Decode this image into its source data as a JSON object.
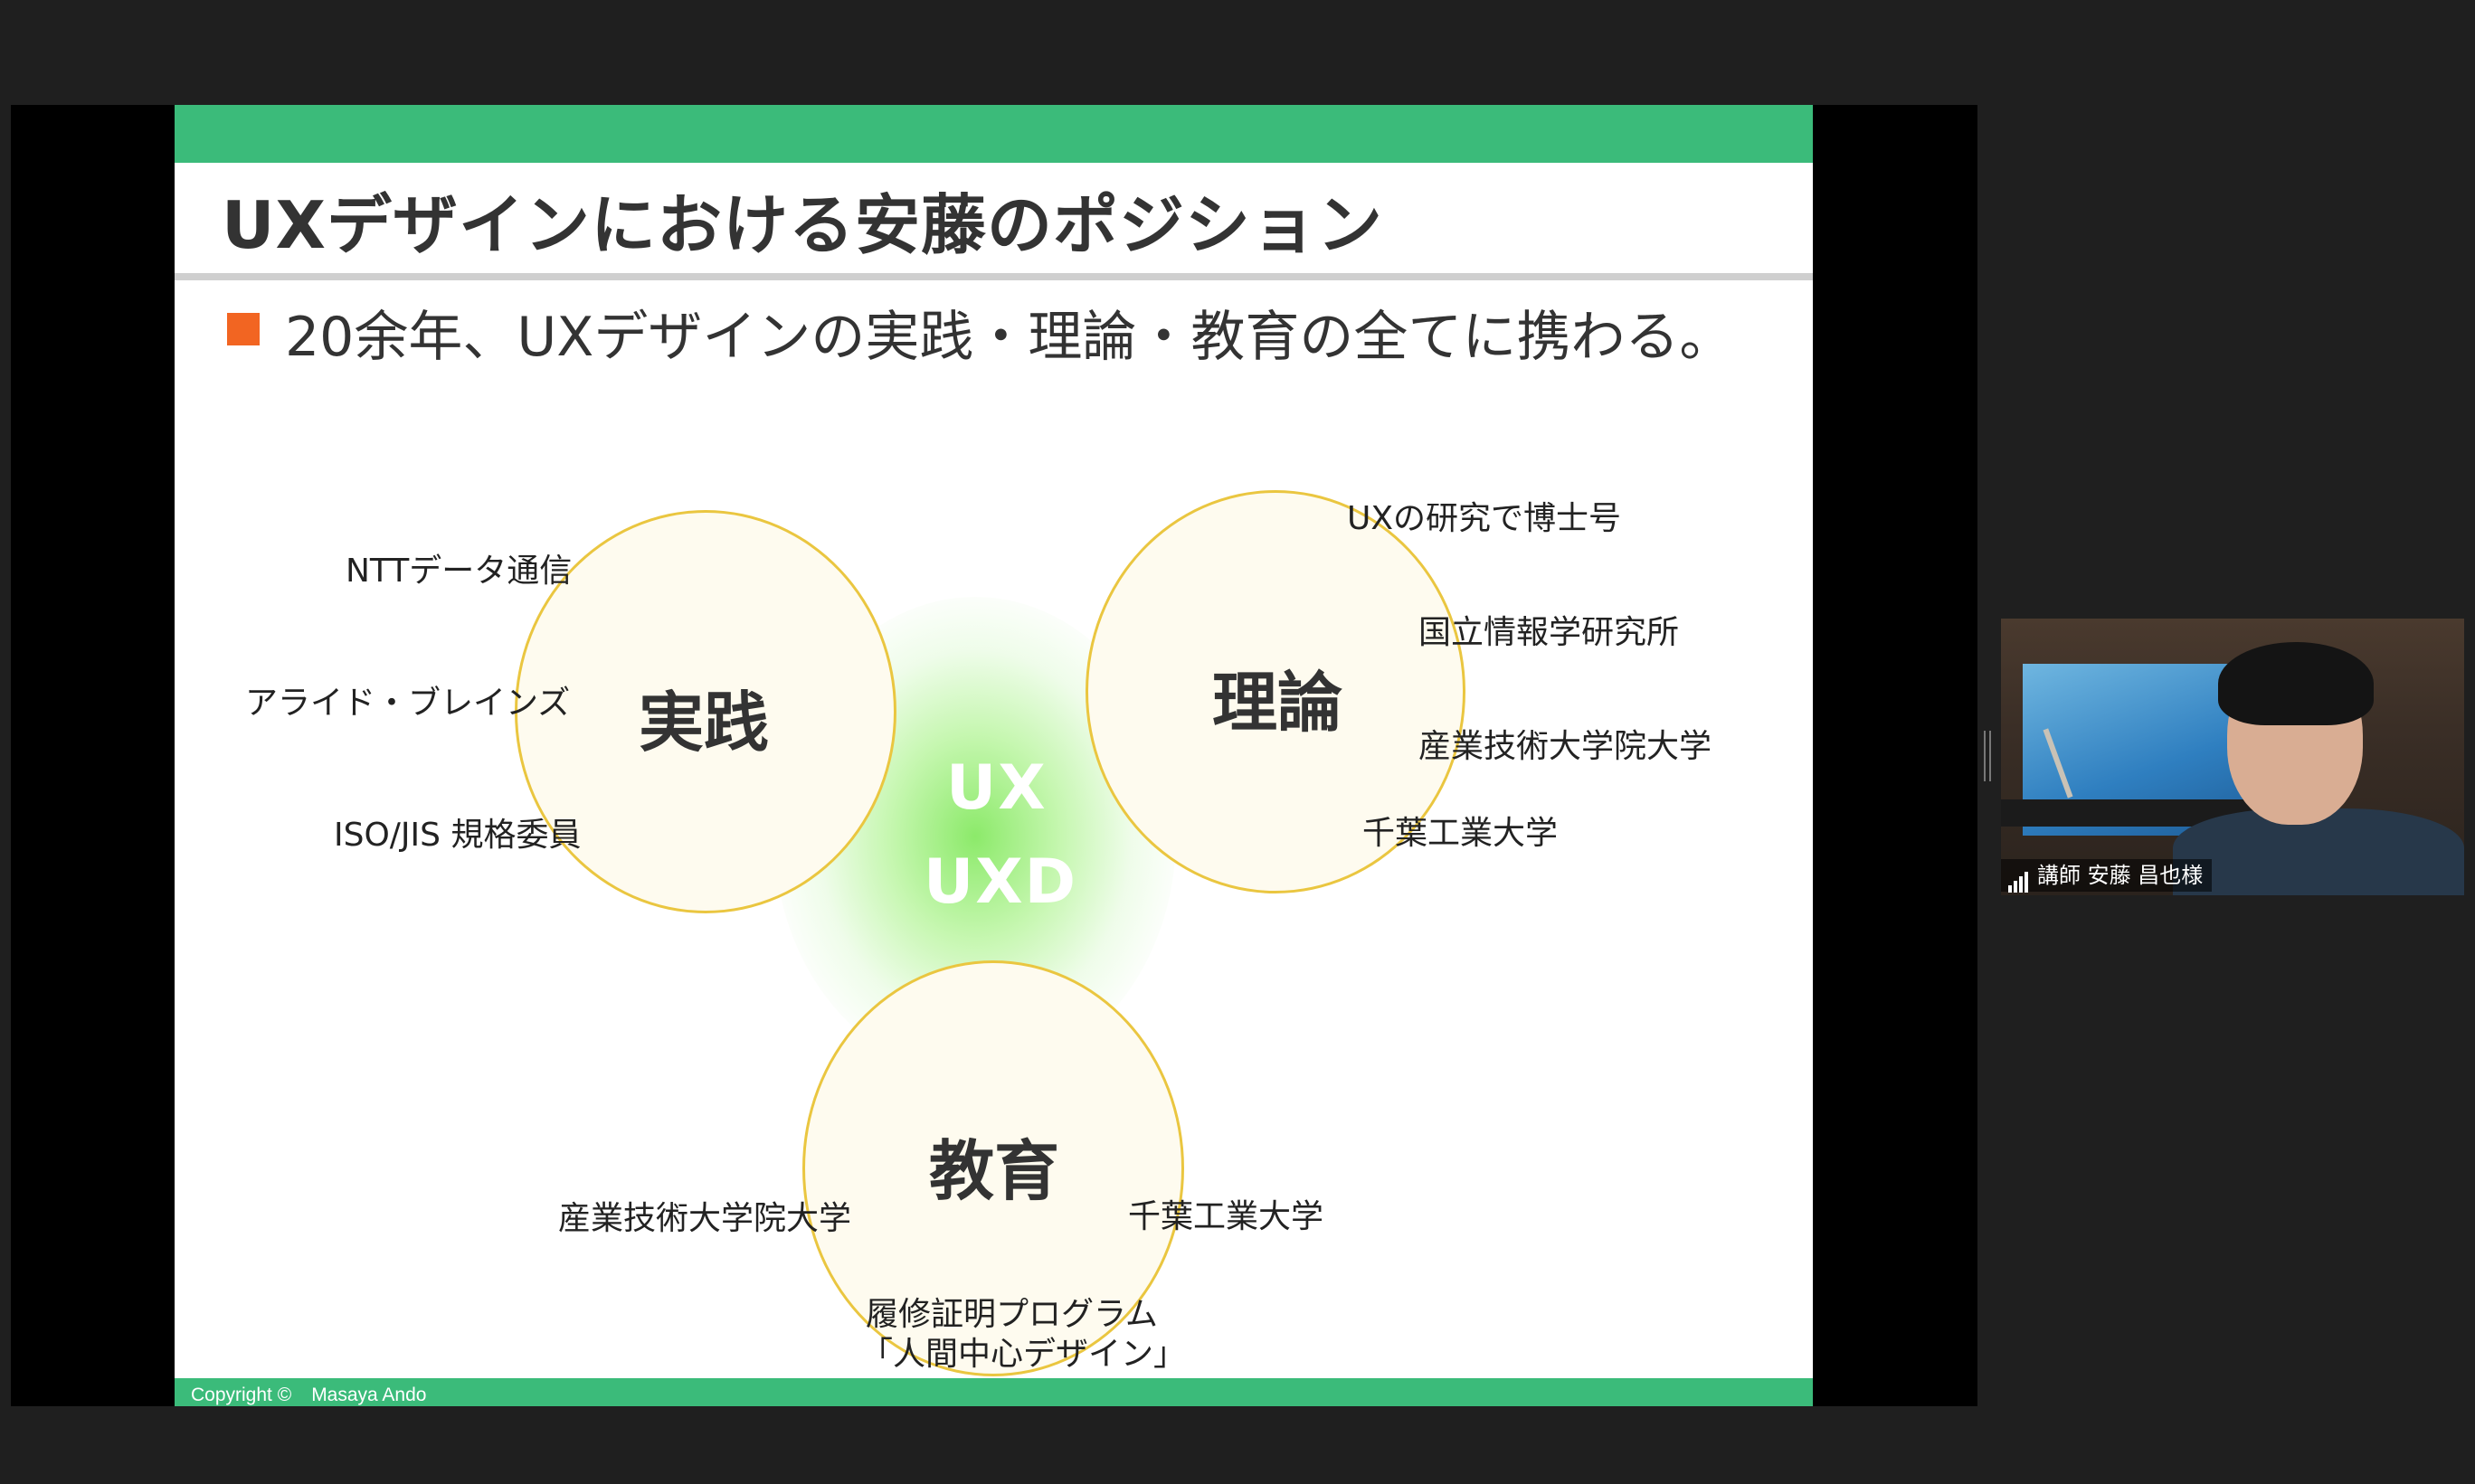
{
  "slide": {
    "title": "UXデザインにおける安藤のポジション",
    "bullet": "20余年、UXデザインの実践・理論・教育の全てに携わる。",
    "circles": {
      "practice": "実践",
      "theory": "理論",
      "education": "教育"
    },
    "core": {
      "line1": "UX",
      "line2": "UXD"
    },
    "practice_notes": [
      "NTTデータ通信",
      "アライド・ブレインズ",
      "ISO/JIS 規格委員"
    ],
    "theory_notes": [
      "UXの研究で博士号",
      "国立情報学研究所",
      "産業技術大学院大学",
      "千葉工業大学"
    ],
    "education_notes": {
      "left": "産業技術大学院大学",
      "right": "千葉工業大学",
      "program_line1": "履修証明プログラム",
      "program_line2": "「人間中心デザイン」"
    },
    "footer": {
      "copyright": "Copyright ©",
      "author": "Masaya Ando"
    },
    "colors": {
      "accent_bar": "#3bbb7a",
      "bullet": "#f26522",
      "circle_border": "#eac640",
      "core_glow": "#7be650"
    }
  },
  "video": {
    "participant_name": "講師 安藤 昌也様",
    "signal_icon": "signal-strength-icon"
  }
}
